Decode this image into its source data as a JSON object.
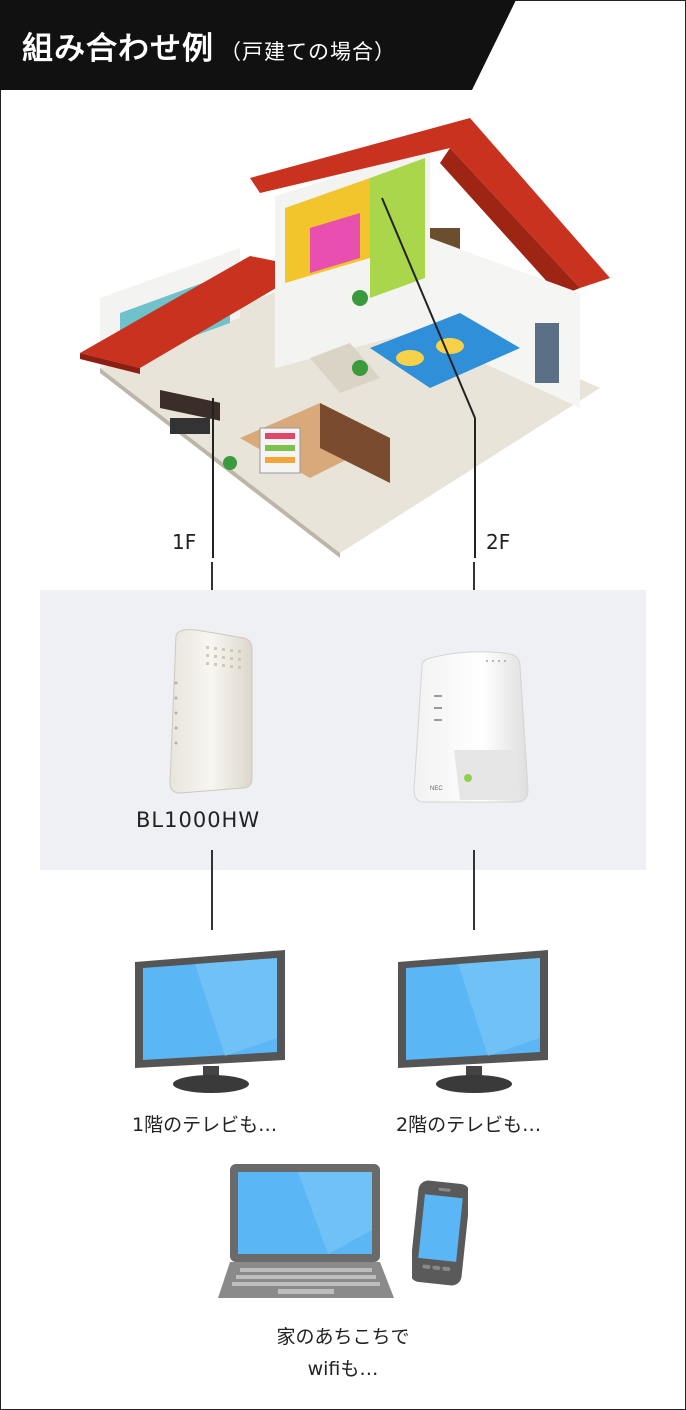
{
  "header": {
    "title": "組み合わせ例",
    "subtitle": "（戸建ての場合）"
  },
  "floors": {
    "first": "1F",
    "second": "2F"
  },
  "routers": {
    "main_label": "BL1000HW",
    "second_brand": "NEC"
  },
  "devices": {
    "tv1_caption": "1階のテレビも…",
    "tv2_caption": "2階のテレビも…",
    "wifi_caption_line1": "家のあちこちで",
    "wifi_caption_line2": "wifiも…"
  },
  "colors": {
    "banner": "#111111",
    "panel": "#eef0f4",
    "roof": "#c8321e",
    "screen": "#58b4f2",
    "device_frame": "#5a5a5a"
  }
}
